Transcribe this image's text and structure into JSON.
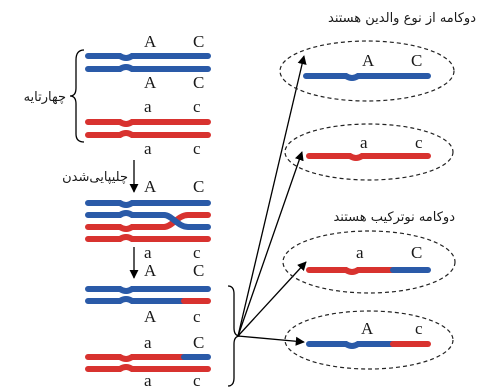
{
  "labels": {
    "tetrad": "چهارتایه",
    "crossing_over": "چلیپایی‌شدن",
    "parental": "دوکامه از نوع والدین هستند",
    "recombinant": "دوکامه نوترکیب هستند"
  },
  "alleles": {
    "A": "A",
    "C": "C",
    "a": "a",
    "c": "c"
  },
  "colors": {
    "blue": "#2a5aa8",
    "red": "#d8322f"
  }
}
